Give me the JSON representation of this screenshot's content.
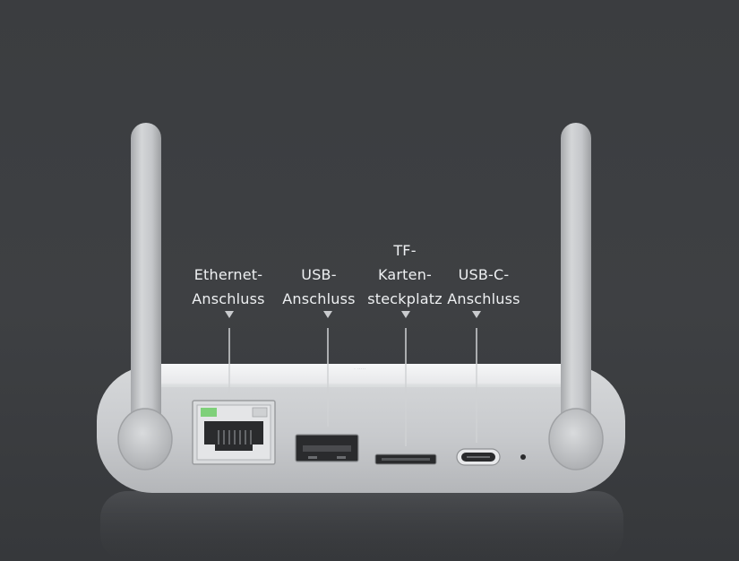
{
  "labels": {
    "ethernet": {
      "line1": "Ethernet-",
      "line2": "Anschluss"
    },
    "usb": {
      "line1": "USB-",
      "line2": "Anschluss"
    },
    "tf": {
      "line1": "TF-",
      "line2": "Karten-",
      "line3": "steckplatz"
    },
    "usbc": {
      "line1": "USB-C-",
      "line2": "Anschluss"
    }
  },
  "colors": {
    "background": "#3c3e41",
    "device_body": "#c9cbce",
    "device_top": "#f3f4f5",
    "label_text": "#eef0f2",
    "port_dark": "#2a2b2d",
    "ethernet_led": "#7fd07a"
  }
}
